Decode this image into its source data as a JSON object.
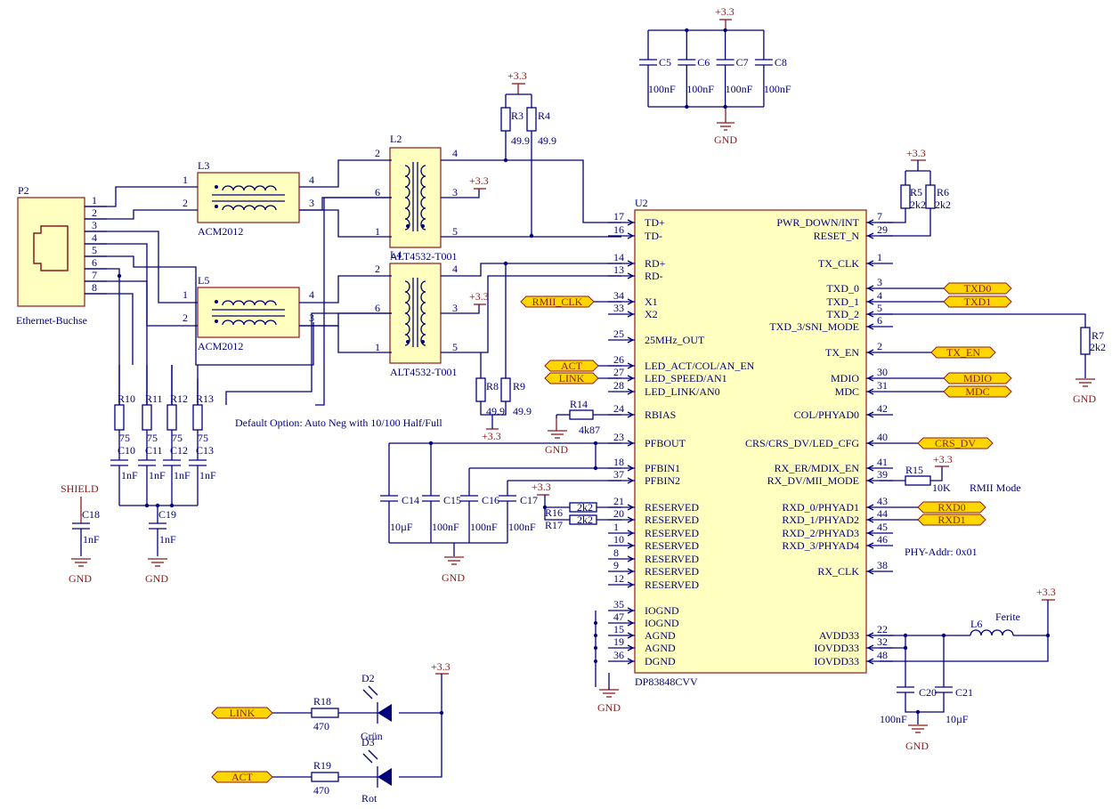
{
  "U2": {
    "ref": "U2",
    "part": "DP83848CVV",
    "left_pins": [
      {
        "num": "17",
        "name": "TD+"
      },
      {
        "num": "16",
        "name": "TD-"
      },
      {
        "num": "14",
        "name": "RD+"
      },
      {
        "num": "13",
        "name": "RD-"
      },
      {
        "num": "34",
        "name": "X1"
      },
      {
        "num": "33",
        "name": "X2"
      },
      {
        "num": "25",
        "name": "25MHz_OUT"
      },
      {
        "num": "26",
        "name": "LED_ACT/COL/AN_EN"
      },
      {
        "num": "27",
        "name": "LED_SPEED/AN1"
      },
      {
        "num": "28",
        "name": "LED_LINK/AN0"
      },
      {
        "num": "24",
        "name": "RBIAS"
      },
      {
        "num": "23",
        "name": "PFBOUT"
      },
      {
        "num": "18",
        "name": "PFBIN1"
      },
      {
        "num": "37",
        "name": "PFBIN2"
      },
      {
        "num": "21",
        "name": "RESERVED"
      },
      {
        "num": "20",
        "name": "RESERVED"
      },
      {
        "num": "1",
        "name": "RESERVED"
      },
      {
        "num": "10",
        "name": "RESERVED"
      },
      {
        "num": "8",
        "name": "RESERVED"
      },
      {
        "num": "9",
        "name": "RESERVED"
      },
      {
        "num": "12",
        "name": "RESERVED"
      },
      {
        "num": "35",
        "name": "IOGND"
      },
      {
        "num": "47",
        "name": "IOGND"
      },
      {
        "num": "15",
        "name": "AGND"
      },
      {
        "num": "19",
        "name": "AGND"
      },
      {
        "num": "36",
        "name": "DGND"
      }
    ],
    "right_pins": [
      {
        "num": "7",
        "name": "PWR_DOWN/INT"
      },
      {
        "num": "29",
        "name": "RESET_N"
      },
      {
        "num": "1",
        "name": "TX_CLK"
      },
      {
        "num": "3",
        "name": "TXD_0"
      },
      {
        "num": "4",
        "name": "TXD_1"
      },
      {
        "num": "5",
        "name": "TXD_2"
      },
      {
        "num": "6",
        "name": "TXD_3/SNI_MODE"
      },
      {
        "num": "2",
        "name": "TX_EN"
      },
      {
        "num": "30",
        "name": "MDIO"
      },
      {
        "num": "31",
        "name": "MDC"
      },
      {
        "num": "42",
        "name": "COL/PHYAD0"
      },
      {
        "num": "40",
        "name": "CRS/CRS_DV/LED_CFG"
      },
      {
        "num": "41",
        "name": "RX_ER/MDIX_EN"
      },
      {
        "num": "39",
        "name": "RX_DV/MII_MODE"
      },
      {
        "num": "43",
        "name": "RXD_0/PHYAD1"
      },
      {
        "num": "44",
        "name": "RXD_1/PHYAD2"
      },
      {
        "num": "45",
        "name": "RXD_2/PHYAD3"
      },
      {
        "num": "46",
        "name": "RXD_3/PHYAD4"
      },
      {
        "num": "38",
        "name": "RX_CLK"
      },
      {
        "num": "22",
        "name": "AVDD33"
      },
      {
        "num": "32",
        "name": "IOVDD33"
      },
      {
        "num": "48",
        "name": "IOVDD33"
      }
    ]
  },
  "connector": {
    "ref": "P2",
    "name": "Ethernet-Buchse",
    "pins": [
      "1",
      "2",
      "3",
      "4",
      "5",
      "6",
      "7",
      "8"
    ]
  },
  "chokes": [
    {
      "ref": "L3",
      "part": "ACM2012",
      "pins": [
        "1",
        "2",
        "4",
        "3"
      ]
    },
    {
      "ref": "L5",
      "part": "ACM2012",
      "pins": [
        "1",
        "2",
        "4",
        "3"
      ]
    }
  ],
  "transformers": [
    {
      "ref": "L2",
      "part": "ALT4532-T001",
      "pins": [
        "2",
        "6",
        "1",
        "4",
        "3",
        "5"
      ]
    },
    {
      "ref": "L4",
      "part": "ALT4532-T001",
      "pins": [
        "2",
        "6",
        "1",
        "4",
        "3",
        "5"
      ]
    }
  ],
  "resistors": {
    "R3": {
      "ref": "R3",
      "val": "49.9"
    },
    "R4": {
      "ref": "R4",
      "val": "49.9"
    },
    "R5": {
      "ref": "R5",
      "val": "2k2"
    },
    "R6": {
      "ref": "R6",
      "val": "2k2"
    },
    "R7": {
      "ref": "R7",
      "val": "2k2"
    },
    "R8": {
      "ref": "R8",
      "val": "49.9"
    },
    "R9": {
      "ref": "R9",
      "val": "49.9"
    },
    "R10": {
      "ref": "R10",
      "val": "75"
    },
    "R11": {
      "ref": "R11",
      "val": "75"
    },
    "R12": {
      "ref": "R12",
      "val": "75"
    },
    "R13": {
      "ref": "R13",
      "val": "75"
    },
    "R14": {
      "ref": "R14",
      "val": "4k87"
    },
    "R15": {
      "ref": "R15",
      "val": "10K"
    },
    "R16": {
      "ref": "R16",
      "val": "2k2"
    },
    "R17": {
      "ref": "R17",
      "val": "2k2"
    },
    "R18": {
      "ref": "R18",
      "val": "470"
    },
    "R19": {
      "ref": "R19",
      "val": "470"
    }
  },
  "capacitors": {
    "C5": {
      "ref": "C5",
      "val": "100nF"
    },
    "C6": {
      "ref": "C6",
      "val": "100nF"
    },
    "C7": {
      "ref": "C7",
      "val": "100nF"
    },
    "C8": {
      "ref": "C8",
      "val": "100nF"
    },
    "C10": {
      "ref": "C10",
      "val": "1nF"
    },
    "C11": {
      "ref": "C11",
      "val": "1nF"
    },
    "C12": {
      "ref": "C12",
      "val": "1nF"
    },
    "C13": {
      "ref": "C13",
      "val": "1nF"
    },
    "C14": {
      "ref": "C14",
      "val": "10µF"
    },
    "C15": {
      "ref": "C15",
      "val": "100nF"
    },
    "C16": {
      "ref": "C16",
      "val": "100nF"
    },
    "C17": {
      "ref": "C17",
      "val": "100nF"
    },
    "C18": {
      "ref": "C18",
      "val": "1nF"
    },
    "C19": {
      "ref": "C19",
      "val": "1nF"
    },
    "C20": {
      "ref": "C20",
      "val": "100nF"
    },
    "C21": {
      "ref": "C21",
      "val": "10µF"
    }
  },
  "inductor_L6": {
    "ref": "L6",
    "val": "Ferite"
  },
  "leds": [
    {
      "ref": "D2",
      "color": "Grün"
    },
    {
      "ref": "D3",
      "color": "Rot"
    }
  ],
  "power": {
    "vcc": "+3.3",
    "gnd": "GND",
    "shield": "SHIELD"
  },
  "net_labels": {
    "rmii_clk": "RMII_CLK",
    "act": "ACT",
    "link": "LINK",
    "txd0": "TXD0",
    "txd1": "TXD1",
    "tx_en": "TX_EN",
    "mdio": "MDIO",
    "mdc": "MDC",
    "crs_dv": "CRS_DV",
    "rxd0": "RXD0",
    "rxd1": "RXD1"
  },
  "notes": {
    "default_option": "Default Option: Auto Neg with 10/100 Half/Full",
    "rmii_mode": "RMII Mode",
    "phy_addr": "PHY-Addr: 0x01"
  }
}
